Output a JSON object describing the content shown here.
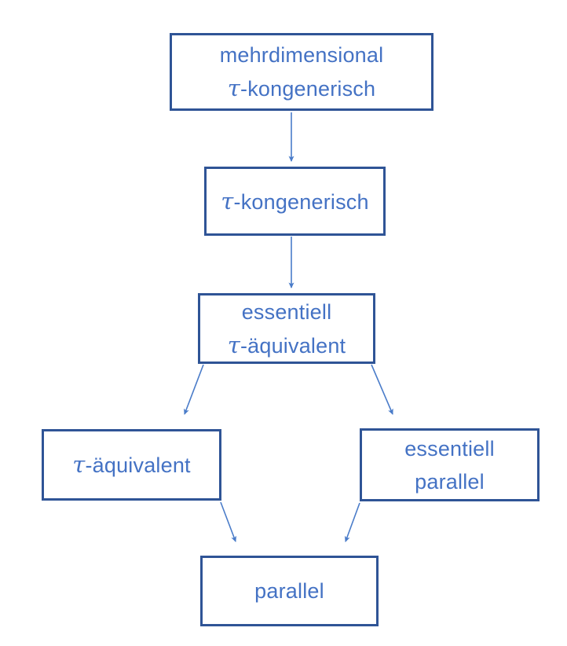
{
  "colors": {
    "border": "#2f5496",
    "text": "#4472c4",
    "arrow": "#4a7cc9",
    "bg": "#ffffff"
  },
  "diagram": {
    "type": "flowchart",
    "description": "Hierarchy of measurement model assumptions, arrows point from more general to more restrictive models",
    "nodes": [
      {
        "id": "mehrdimensional-tau-kongenerisch",
        "line1": "mehrdimensional",
        "tau": "τ",
        "line2_rest": "-kongenerisch"
      },
      {
        "id": "tau-kongenerisch",
        "tau": "τ",
        "line1_rest": "-kongenerisch"
      },
      {
        "id": "essentiell-tau-aequivalent",
        "line1": "essentiell",
        "tau": "τ",
        "line2_rest": "-äquivalent"
      },
      {
        "id": "tau-aequivalent",
        "tau": "τ",
        "line1_rest": "-äquivalent"
      },
      {
        "id": "essentiell-parallel",
        "line1": "essentiell",
        "line2": "parallel"
      },
      {
        "id": "parallel",
        "line1": "parallel"
      }
    ],
    "edges": [
      {
        "from": "mehrdimensional-tau-kongenerisch",
        "to": "tau-kongenerisch"
      },
      {
        "from": "tau-kongenerisch",
        "to": "essentiell-tau-aequivalent"
      },
      {
        "from": "essentiell-tau-aequivalent",
        "to": "tau-aequivalent"
      },
      {
        "from": "essentiell-tau-aequivalent",
        "to": "essentiell-parallel"
      },
      {
        "from": "tau-aequivalent",
        "to": "parallel"
      },
      {
        "from": "essentiell-parallel",
        "to": "parallel"
      }
    ]
  }
}
